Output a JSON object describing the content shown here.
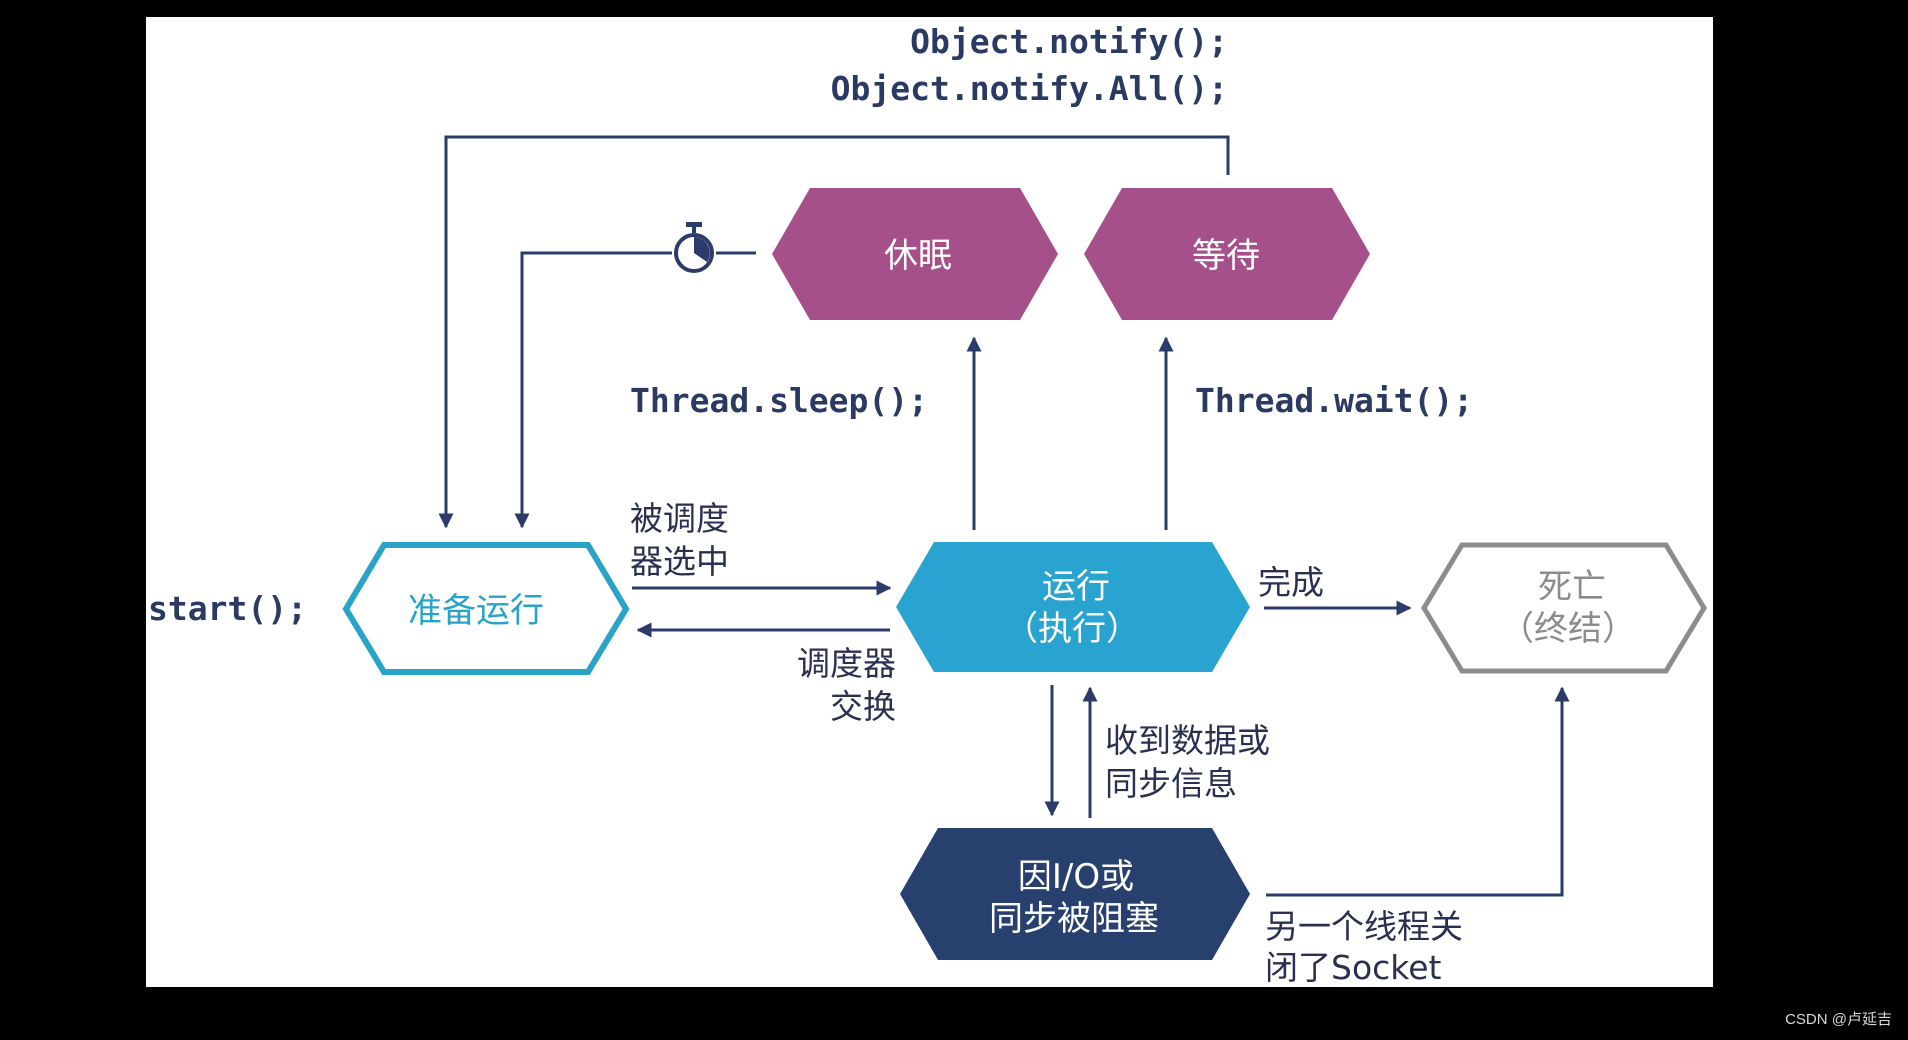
{
  "diagram": {
    "states": {
      "ready": {
        "label": "准备运行",
        "color": "#2aa3c8"
      },
      "running": {
        "line1": "运行",
        "line2": "（执行）",
        "color": "#29a3cf"
      },
      "dead": {
        "line1": "死亡",
        "line2": "（终结）",
        "color": "#8c8c8c"
      },
      "sleeping": {
        "label": "休眠",
        "color": "#a5508a"
      },
      "waiting": {
        "label": "等待",
        "color": "#a5508a"
      },
      "blocked": {
        "line1": "因I/O或",
        "line2": "同步被阻塞",
        "color": "#27406d"
      }
    },
    "calls": {
      "notify": "Object.notify();",
      "notify_all": "Object.notify.All();",
      "sleep": "Thread.sleep();",
      "wait": "Thread.wait();",
      "start": "start();"
    },
    "transitions": {
      "scheduler_pick_line1": "被调度",
      "scheduler_pick_line2": "器选中",
      "scheduler_swap_line1": "调度器",
      "scheduler_swap_line2": "交换",
      "complete": "完成",
      "data_received_line1": "收到数据或",
      "data_received_line2": "同步信息",
      "socket_closed_line1": "另一个线程关",
      "socket_closed_line2": "闭了Socket"
    },
    "icons": {
      "timer": "stopwatch-icon"
    }
  },
  "watermark": "CSDN @卢延吉"
}
